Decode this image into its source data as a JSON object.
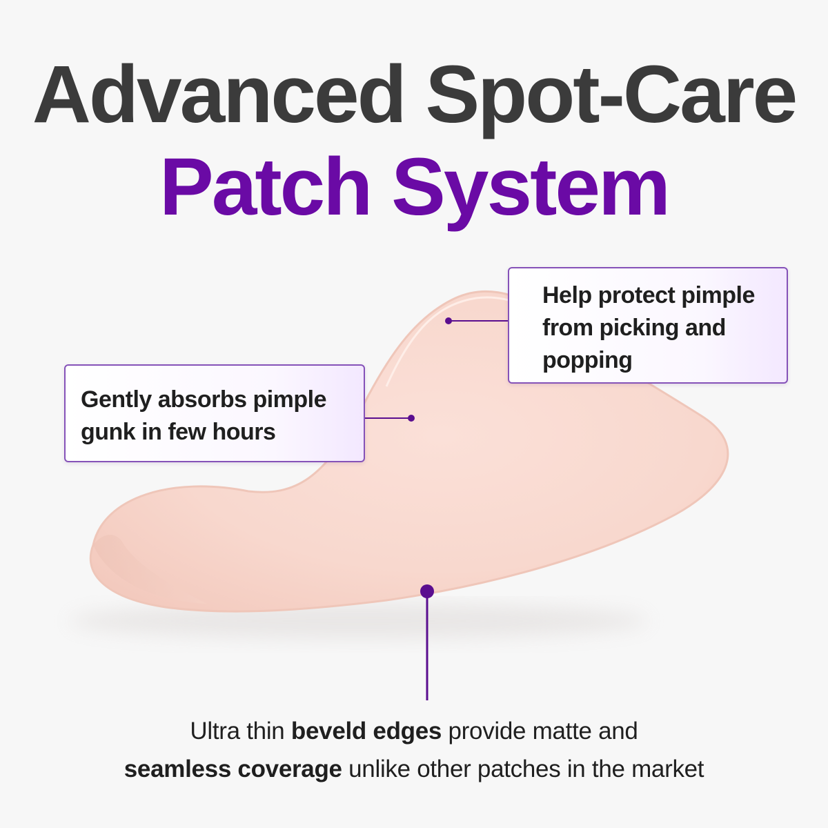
{
  "headline": {
    "line1": "Advanced Spot-Care",
    "line2": "Patch System"
  },
  "callouts": {
    "right": {
      "lines": [
        "Help protect pimple",
        "from picking and",
        "popping"
      ]
    },
    "left": {
      "lines": [
        "Gently absorbs pimple",
        "gunk in few hours"
      ]
    }
  },
  "caption": {
    "line1": {
      "pre": "Ultra thin ",
      "bold": "beveld edges",
      "post": " provide matte and"
    },
    "line2": {
      "bold": "seamless coverage",
      "post": " unlike other patches in the market"
    }
  },
  "icons": {
    "patch": "pimple-patch-illustration"
  },
  "colors": {
    "background": "#f7f7f7",
    "headline_dark": "#3b3b3b",
    "headline_accent": "#6a0aa5",
    "callout_border": "#8552b8",
    "pointer": "#5a0e8f",
    "patch_fill": "#f7d6cc"
  }
}
